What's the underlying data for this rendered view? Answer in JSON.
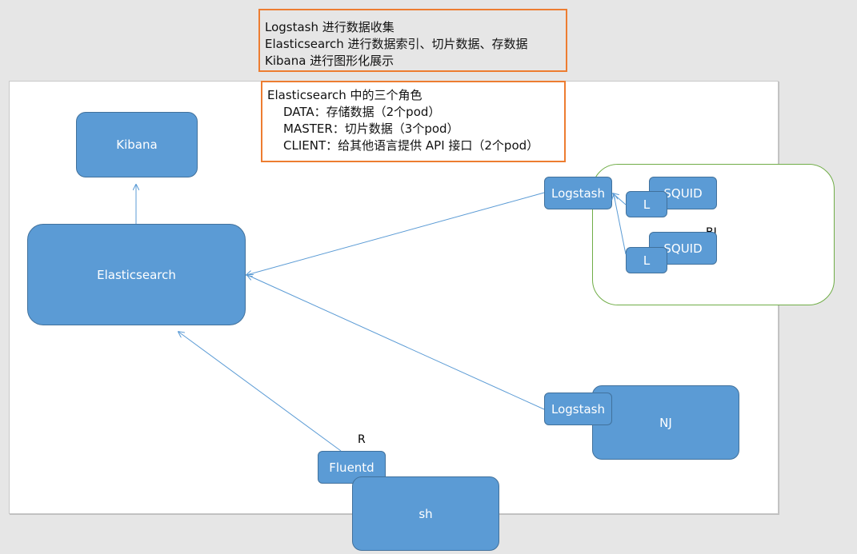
{
  "notes": {
    "top": [
      "Logstash 进行数据收集",
      "Elasticsearch 进行数据索引、切片数据、存数据",
      "Kibana 进行图形化展示"
    ],
    "roles": {
      "title": "Elasticsearch 中的三个角色",
      "items": [
        "DATA：存储数据（2个pod）",
        "MASTER：切片数据（3个pod）",
        "CLIENT：给其他语言提供 API 接口（2个pod）"
      ]
    }
  },
  "nodes": {
    "kibana": "Kibana",
    "elasticsearch": "Elasticsearch",
    "logstash_bj": "Logstash",
    "logstash_nj": "Logstash",
    "squid_1": "SQUID",
    "squid_2": "SQUID",
    "l_1": "L",
    "l_2": "L",
    "nj": "NJ",
    "fluentd": "Fluentd",
    "sh": "sh"
  },
  "labels": {
    "bj_group": "BJ",
    "r_label": "R"
  },
  "colors": {
    "node_fill": "#5b9bd5",
    "node_border": "#41719c",
    "note_border": "#ed7d31",
    "group_border": "#70ad47",
    "arrow": "#5b9bd5"
  }
}
